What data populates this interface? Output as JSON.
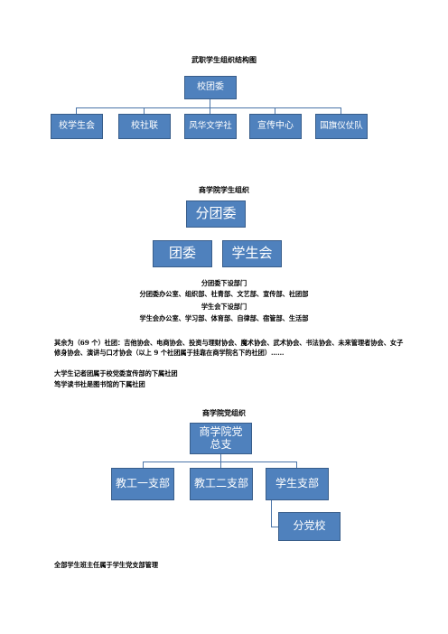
{
  "chart1": {
    "title": "武职学生组织结构图",
    "root": "校团委",
    "children": [
      "校学生会",
      "校社联",
      "风华文学社",
      "宣传中心",
      "国旗仪仗队"
    ]
  },
  "chart2": {
    "title": "商学院学生组织",
    "root": "分团委",
    "children": [
      "团委",
      "学生会"
    ]
  },
  "departments": {
    "line1": "分团委下设部门",
    "line2": "分团委办公室、组织部、社青部、文艺部、宣传部、社团部",
    "line3": "学生会下设部门",
    "line4": "学生会办公室、学习部、体育部、自律部、宿管部、生活部"
  },
  "body_text": {
    "para1": "其余为（69 个）社团：吉他协会、电商协会、投资与理财协会、魔术协会、武术协会、书法协会、未来管理者协会、女子修身协会、演讲与口才协会（以上 9 个社团属于挂靠在商学院名下的社团）……",
    "para2": "大学生记者团属于校党委宣传部的下属社团",
    "para3": "笃学读书社是图书馆的下属社团"
  },
  "chart3": {
    "title": "商学院党组织",
    "root": "商学院党总支",
    "children": [
      "教工一支部",
      "教工二支部",
      "学生支部"
    ],
    "sub": "分党校"
  },
  "footer": "全部学生班主任属于学生党支部管理"
}
